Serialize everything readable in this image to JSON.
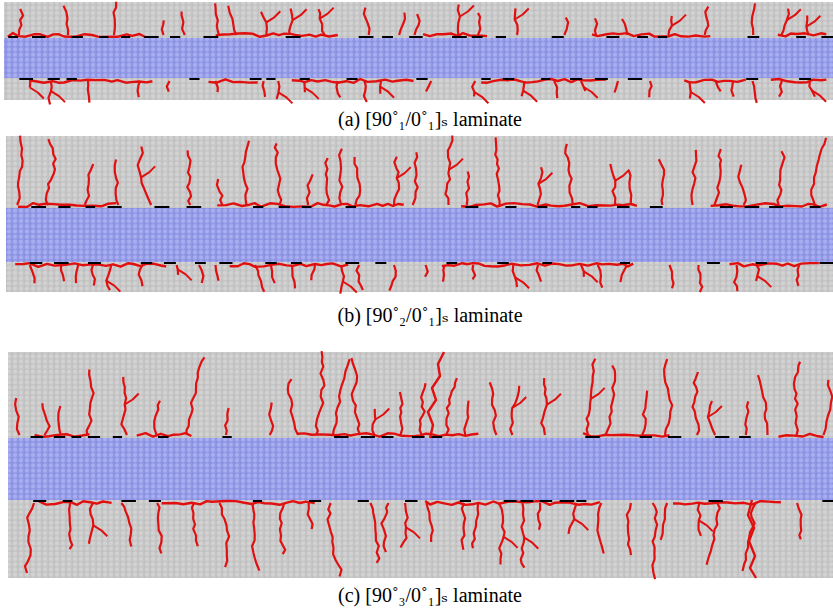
{
  "diagram": {
    "labels": [
      "(a) [90˚₁/0˚₁]ₛ laminate",
      "(b) [90˚₂/0˚₁]ₛ laminate",
      "(c) [90˚₃/0˚₁]ₛ laminate"
    ]
  }
}
